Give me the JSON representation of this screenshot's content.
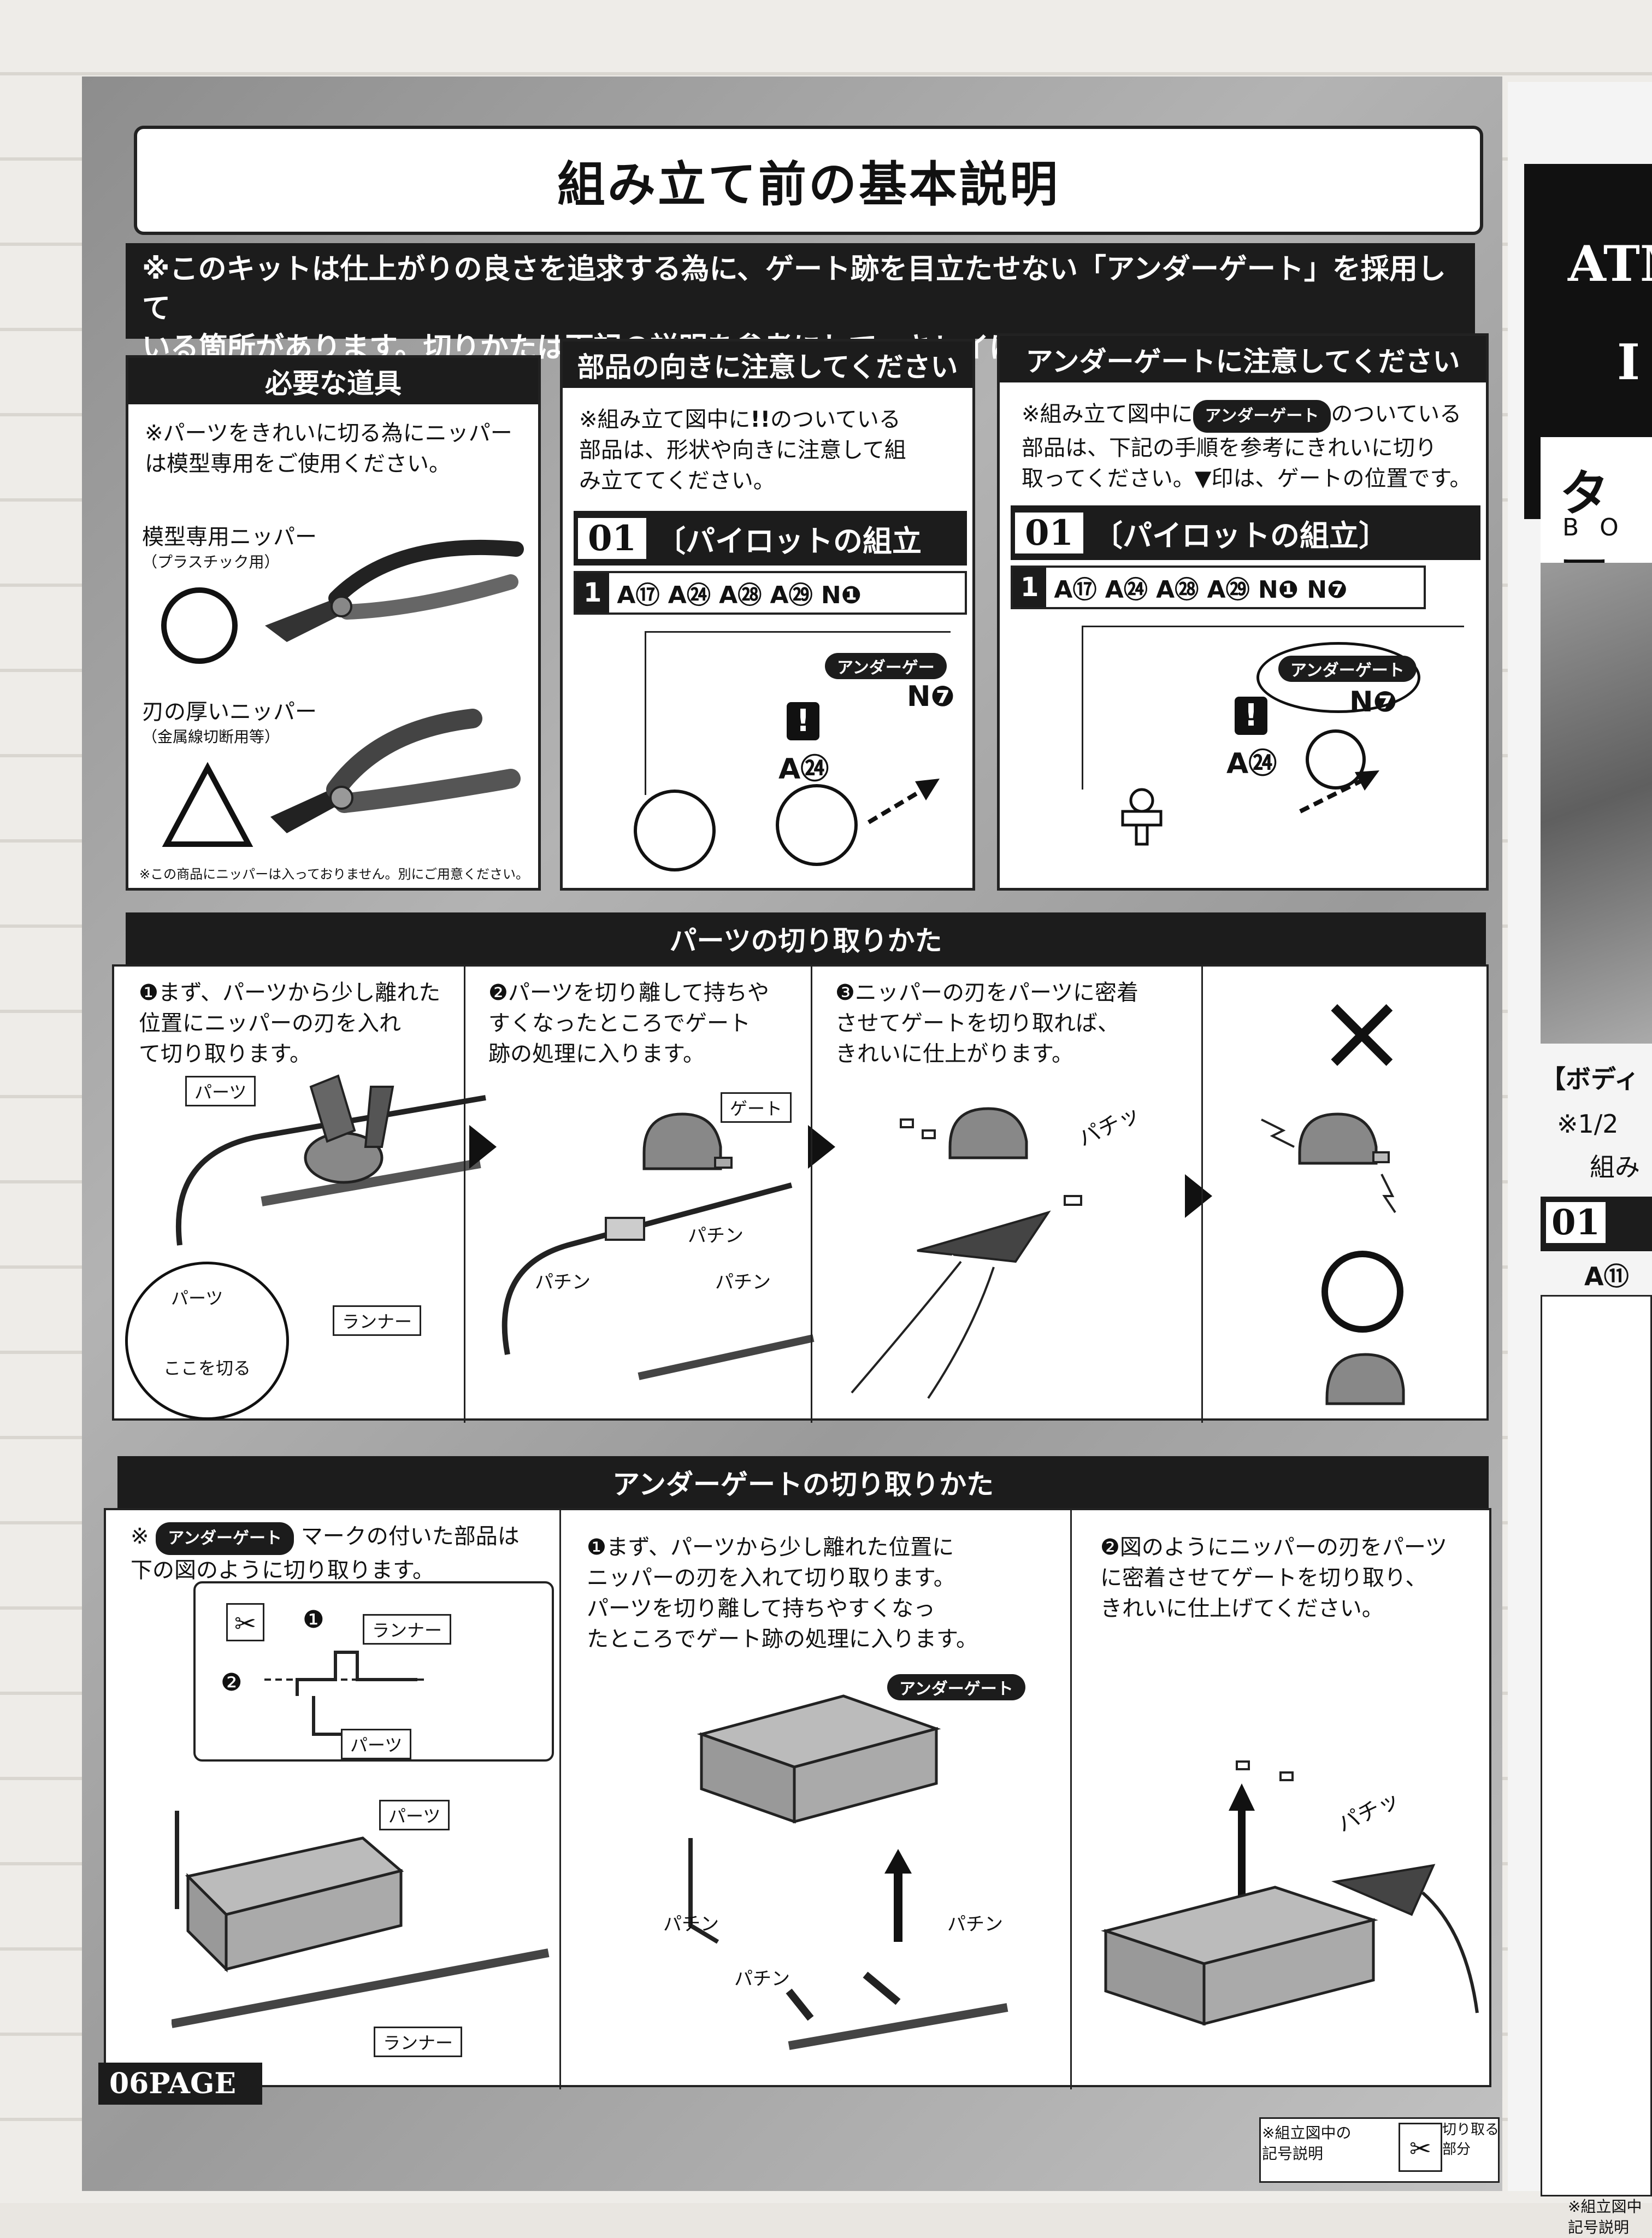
{
  "page_title": "組み立て前の基本説明",
  "notice": {
    "line1": "※このキットは仕上がりの良さを追求する為に、ゲート跡を目立たせない「アンダーゲート」を採用して",
    "line2": "いる箇所があります。切りかたは下記の説明を参考にして、キレイに切り取ってください。"
  },
  "tools": {
    "heading": "必要な道具",
    "note": "※パーツをきれいに切る為にニッパーは模型専用をご使用ください。",
    "nipper1_label": "模型専用ニッパー",
    "nipper1_sub": "（プラスチック用）",
    "nipper2_label": "刃の厚いニッパー",
    "nipper2_sub": "（金属線切断用等）",
    "circle_mark": "○",
    "triangle_mark": "△",
    "footer": "※この商品にニッパーは入っておりません。別にご用意ください。"
  },
  "orientation": {
    "heading": "部品の向きに注意してください",
    "note1": "※組み立て図中に",
    "note2": "のついている",
    "note3": "部品は、形状や向きに注意して組",
    "note4": "み立ててください。",
    "step_num": "01",
    "step_title": "〔パイロットの組立",
    "sub_num": "1",
    "parts": "A⑰ A㉔ A㉘ A㉙ N❶",
    "tag": "アンダーゲー",
    "part_a": "A㉔",
    "part_n": "N❼",
    "excl": "!"
  },
  "undergate_note": {
    "heading": "アンダーゲートに注意してください",
    "note1": "※組み立て図中に",
    "tag": "アンダーゲート",
    "note2": "のついている",
    "note3": "部品は、下記の手順を参考にきれいに切り",
    "note4": "取ってください。▼印は、ゲートの位置です。",
    "step_num": "01",
    "step_title": "〔パイロットの組立〕",
    "sub_num": "1",
    "parts": "A⑰ A㉔ A㉘ A㉙ N❶ N❼",
    "callout": "アンダーゲート",
    "part_a": "A㉔",
    "part_n": "N❼",
    "excl": "!"
  },
  "cutting": {
    "heading": "パーツの切り取りかた",
    "step1": [
      "❶まず、パーツから少し離れた",
      "位置にニッパーの刃を入れ",
      "て切り取ります。"
    ],
    "step2": [
      "❷パーツを切り離して持ちや",
      "すくなったところでゲート",
      "跡の処理に入ります。"
    ],
    "step3": [
      "❸ニッパーの刃をパーツに密着",
      "させてゲートを切り取れば、",
      "きれいに仕上がります。"
    ],
    "label_parts": "パーツ",
    "label_runner": "ランナー",
    "label_cut_here": "ここを切る",
    "label_gate": "ゲート",
    "sfx1": "パチン",
    "sfx2": "パチン",
    "sfx3": "パチン",
    "sfx4": "パチッ",
    "wrong_mark": "×",
    "right_mark": "○"
  },
  "undergate_cut": {
    "heading": "アンダーゲートの切り取りかた",
    "col1_pre": "※",
    "col1_tag": "アンダーゲート",
    "col1_post": "マークの付いた部品は",
    "col1_line2": "下の図のように切り取ります。",
    "label_runner": "ランナー",
    "label_parts": "パーツ",
    "num1": "❶",
    "num2": "❷",
    "col2": [
      "❶まず、パーツから少し離れた位置に",
      "ニッパーの刃を入れて切り取ります。",
      "パーツを切り離して持ちやすくなっ",
      "たところでゲート跡の処理に入ります。"
    ],
    "col2_tag": "アンダーゲート",
    "col3": [
      "❷図のようにニッパーの刃をパーツ",
      "に密着させてゲートを切り取り、",
      "きれいに仕上げてください。"
    ],
    "sfx1": "パチン",
    "sfx2": "パチン",
    "sfx3": "パチン",
    "sfx4": "パチッ"
  },
  "footer": {
    "page_label": "06PAGE",
    "legend1": "※組立図中の",
    "legend2": "記号説明",
    "legend3": "切り取る",
    "legend4": "部分"
  },
  "right_page": {
    "title_frag1": "ATM",
    "title_frag2": "I",
    "logo_frag": "ター",
    "logo_sub": "B O",
    "bar_frag": "【ボディ",
    "note_frag1": "※1/2",
    "note_frag2": "組み",
    "step_frag": "01",
    "sub_frag": "A⑪",
    "footer1": "※組立図中",
    "footer2": "記号説明"
  }
}
